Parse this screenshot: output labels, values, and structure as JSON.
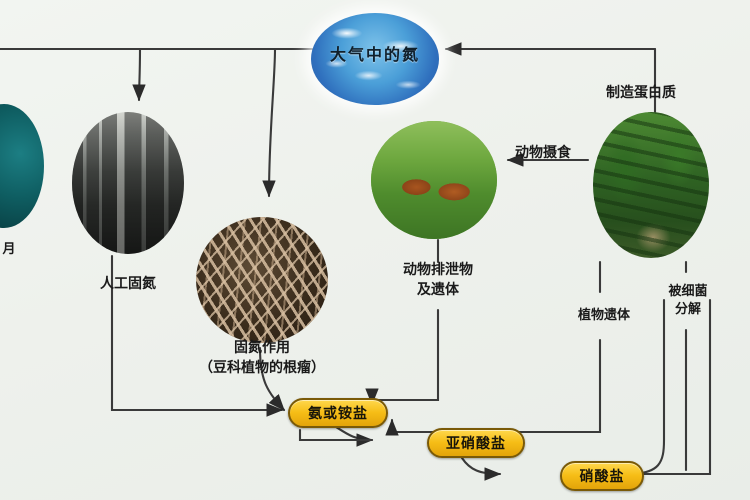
{
  "diagram": {
    "title_text": "大气中的氮",
    "background_color": "#eef2ee",
    "pill_color": "#f6bd16",
    "nodes": {
      "atmosphere": {
        "label": "大气中的氮",
        "icon": "earth-sky-circle"
      },
      "factory": {
        "label": "人工固氮",
        "icon": "factory-photo-circle"
      },
      "roots": {
        "label_line1": "固氮作用",
        "label_line2": "（豆科植物的根瘤）",
        "icon": "root-nodule-photo-circle"
      },
      "cows": {
        "label": "动物摄食",
        "icon": "grazing-cattle-photo-circle"
      },
      "forest": {
        "label": "制造蛋白质",
        "icon": "forest-photo-circle"
      },
      "partial_left": {
        "label": "月",
        "icon": "partial-teal-circle"
      }
    },
    "labels": {
      "animal_waste": {
        "line1": "动物排泄物",
        "line2": "及遗体"
      },
      "plant_remains": "植物遗体",
      "bacteria_decay": {
        "line1": "被细菌",
        "line2": "分解"
      }
    },
    "pills": [
      {
        "id": "ammonia",
        "label": "氨或铵盐"
      },
      {
        "id": "nitrite",
        "label": "亚硝酸盐"
      },
      {
        "id": "nitrate",
        "label": "硝酸盐"
      }
    ],
    "flow_arrows": [
      {
        "from": "left-edge-line",
        "to": "factory"
      },
      {
        "from": "left-edge-line",
        "to": "atmosphere"
      },
      {
        "from": "atmosphere",
        "to": "roots"
      },
      {
        "from": "forest",
        "to": "atmosphere"
      },
      {
        "from": "forest",
        "to": "cows"
      },
      {
        "from": "factory",
        "to": "ammonia"
      },
      {
        "from": "roots",
        "to": "ammonia"
      },
      {
        "from": "animal-waste",
        "to": "ammonia"
      },
      {
        "from": "plant-remains",
        "to": "ammonia"
      },
      {
        "from": "ammonia",
        "to": "nitrite"
      },
      {
        "from": "nitrite",
        "to": "nitrate"
      },
      {
        "from": "nitrate",
        "to": "forest"
      }
    ]
  }
}
